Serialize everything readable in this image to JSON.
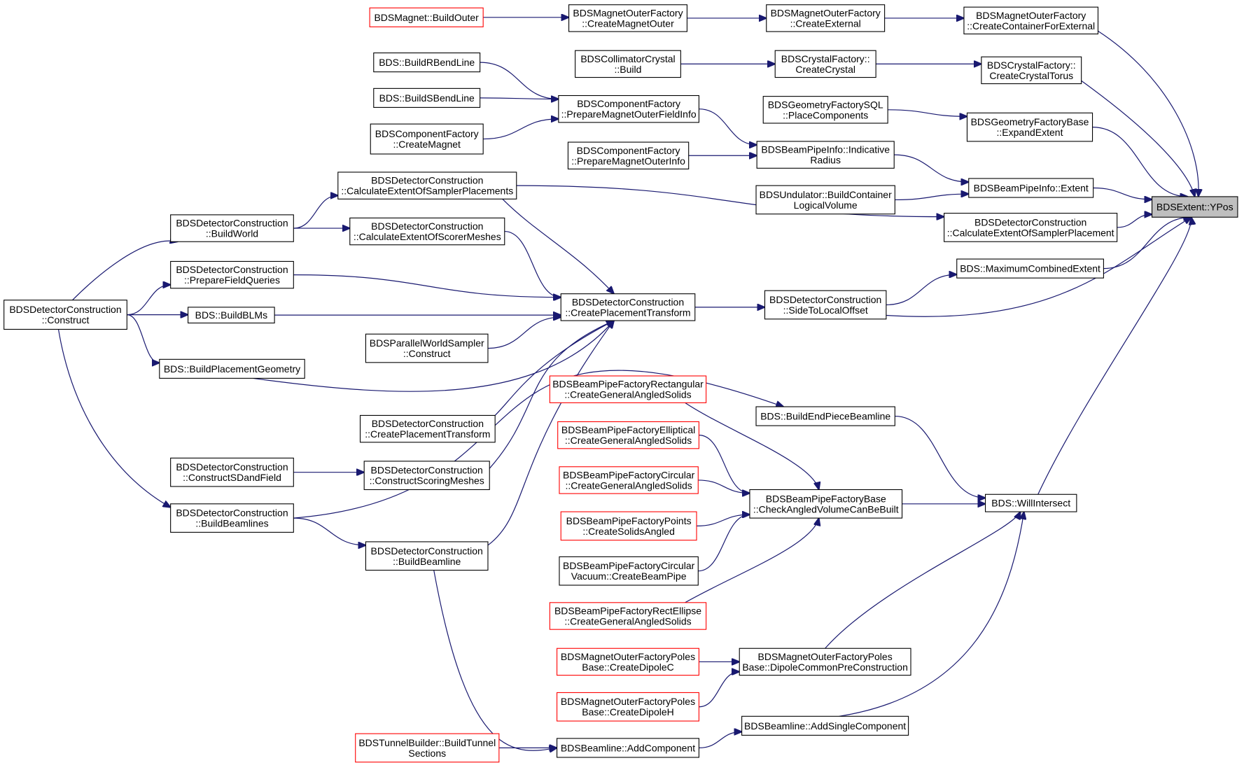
{
  "graph": {
    "colors": {
      "edge": "#191970",
      "box_border": "#000000",
      "missing_border": "#ff0000",
      "target_fill": "#bfbfbf"
    },
    "nodes": [
      {
        "id": "target",
        "lines": [
          "BDSExtent::YPos"
        ],
        "style": "target"
      },
      {
        "id": "n1",
        "lines": [
          "BDSMagnet::BuildOuter"
        ],
        "style": "red"
      },
      {
        "id": "n2",
        "lines": [
          "BDSMagnetOuterFactory",
          "::CreateMagnetOuter"
        ],
        "style": "normal"
      },
      {
        "id": "n3",
        "lines": [
          "BDSMagnetOuterFactory",
          "::CreateExternal"
        ],
        "style": "normal"
      },
      {
        "id": "n4",
        "lines": [
          "BDSMagnetOuterFactory",
          "::CreateContainerForExternal"
        ],
        "style": "normal"
      },
      {
        "id": "n5",
        "lines": [
          "BDSCollimatorCrystal",
          "::Build"
        ],
        "style": "normal"
      },
      {
        "id": "n6",
        "lines": [
          "BDSCrystalFactory::",
          "CreateCrystal"
        ],
        "style": "normal"
      },
      {
        "id": "n7",
        "lines": [
          "BDSCrystalFactory::",
          "CreateCrystalTorus"
        ],
        "style": "normal"
      },
      {
        "id": "n8",
        "lines": [
          "BDS::BuildRBendLine"
        ],
        "style": "normal"
      },
      {
        "id": "n9",
        "lines": [
          "BDS::BuildSBendLine"
        ],
        "style": "normal"
      },
      {
        "id": "n10",
        "lines": [
          "BDSComponentFactory",
          "::CreateMagnet"
        ],
        "style": "normal"
      },
      {
        "id": "n11",
        "lines": [
          "BDSComponentFactory",
          "::PrepareMagnetOuterFieldInfo"
        ],
        "style": "normal"
      },
      {
        "id": "n12",
        "lines": [
          "BDSGeometryFactorySQL",
          "::PlaceComponents"
        ],
        "style": "normal"
      },
      {
        "id": "n13",
        "lines": [
          "BDSGeometryFactoryBase",
          "::ExpandExtent"
        ],
        "style": "normal"
      },
      {
        "id": "n14",
        "lines": [
          "BDSComponentFactory",
          "::PrepareMagnetOuterInfo"
        ],
        "style": "normal"
      },
      {
        "id": "n15",
        "lines": [
          "BDSBeamPipeInfo::Indicative",
          "Radius"
        ],
        "style": "normal"
      },
      {
        "id": "n16",
        "lines": [
          "BDSUndulator::BuildContainer",
          "LogicalVolume"
        ],
        "style": "normal"
      },
      {
        "id": "n17",
        "lines": [
          "BDSBeamPipeInfo::Extent"
        ],
        "style": "normal"
      },
      {
        "id": "n18",
        "lines": [
          "BDSDetectorConstruction",
          "::CalculateExtentOfSamplerPlacements"
        ],
        "style": "normal"
      },
      {
        "id": "n19",
        "lines": [
          "BDSDetectorConstruction",
          "::CalculateExtentOfSamplerPlacement"
        ],
        "style": "normal"
      },
      {
        "id": "n20",
        "lines": [
          "BDSDetectorConstruction",
          "::BuildWorld"
        ],
        "style": "normal"
      },
      {
        "id": "n21",
        "lines": [
          "BDSDetectorConstruction",
          "::CalculateExtentOfScorerMeshes"
        ],
        "style": "normal"
      },
      {
        "id": "n22",
        "lines": [
          "BDS::MaximumCombinedExtent"
        ],
        "style": "normal"
      },
      {
        "id": "n23",
        "lines": [
          "BDSDetectorConstruction",
          "::PrepareFieldQueries"
        ],
        "style": "normal"
      },
      {
        "id": "n24",
        "lines": [
          "BDSDetectorConstruction",
          "::CreatePlacementTransform"
        ],
        "style": "normal"
      },
      {
        "id": "n25",
        "lines": [
          "BDSDetectorConstruction",
          "::SideToLocalOffset"
        ],
        "style": "normal"
      },
      {
        "id": "n26",
        "lines": [
          "BDSDetectorConstruction",
          "::Construct"
        ],
        "style": "normal"
      },
      {
        "id": "n27",
        "lines": [
          "BDS::BuildBLMs"
        ],
        "style": "normal"
      },
      {
        "id": "n28",
        "lines": [
          "BDSParallelWorldSampler",
          "::Construct"
        ],
        "style": "normal"
      },
      {
        "id": "n29",
        "lines": [
          "BDS::BuildPlacementGeometry"
        ],
        "style": "normal"
      },
      {
        "id": "n30",
        "lines": [
          "BDSBeamPipeFactoryRectangular",
          "::CreateGeneralAngledSolids"
        ],
        "style": "red"
      },
      {
        "id": "n31",
        "lines": [
          "BDS::BuildEndPieceBeamline"
        ],
        "style": "normal"
      },
      {
        "id": "n32",
        "lines": [
          "BDSDetectorConstruction",
          "::CreatePlacementTransform"
        ],
        "style": "normal"
      },
      {
        "id": "n33",
        "lines": [
          "BDSBeamPipeFactoryElliptical",
          "::CreateGeneralAngledSolids"
        ],
        "style": "red"
      },
      {
        "id": "n34",
        "lines": [
          "BDSDetectorConstruction",
          "::ConstructSDandField"
        ],
        "style": "normal"
      },
      {
        "id": "n35",
        "lines": [
          "BDSDetectorConstruction",
          "::ConstructScoringMeshes"
        ],
        "style": "normal"
      },
      {
        "id": "n36",
        "lines": [
          "BDSBeamPipeFactoryCircular",
          "::CreateGeneralAngledSolids"
        ],
        "style": "red"
      },
      {
        "id": "n37",
        "lines": [
          "BDSBeamPipeFactoryBase",
          "::CheckAngledVolumeCanBeBuilt"
        ],
        "style": "normal"
      },
      {
        "id": "n38",
        "lines": [
          "BDS::WillIntersect"
        ],
        "style": "normal"
      },
      {
        "id": "n39",
        "lines": [
          "BDSDetectorConstruction",
          "::BuildBeamlines"
        ],
        "style": "normal"
      },
      {
        "id": "n40",
        "lines": [
          "BDSBeamPipeFactoryPoints",
          "::CreateSolidsAngled"
        ],
        "style": "red"
      },
      {
        "id": "n41",
        "lines": [
          "BDSDetectorConstruction",
          "::BuildBeamline"
        ],
        "style": "normal"
      },
      {
        "id": "n42",
        "lines": [
          "BDSBeamPipeFactoryCircular",
          "Vacuum::CreateBeamPipe"
        ],
        "style": "normal"
      },
      {
        "id": "n43",
        "lines": [
          "BDSBeamPipeFactoryRectEllipse",
          "::CreateGeneralAngledSolids"
        ],
        "style": "red"
      },
      {
        "id": "n44",
        "lines": [
          "BDSMagnetOuterFactoryPoles",
          "Base::CreateDipoleC"
        ],
        "style": "red"
      },
      {
        "id": "n45",
        "lines": [
          "BDSMagnetOuterFactoryPoles",
          "Base::DipoleCommonPreConstruction"
        ],
        "style": "normal"
      },
      {
        "id": "n46",
        "lines": [
          "BDSMagnetOuterFactoryPoles",
          "Base::CreateDipoleH"
        ],
        "style": "red"
      },
      {
        "id": "n47",
        "lines": [
          "BDSBeamline::AddSingleComponent"
        ],
        "style": "normal"
      },
      {
        "id": "n48",
        "lines": [
          "BDSTunnelBuilder::BuildTunnel",
          "Sections"
        ],
        "style": "red"
      },
      {
        "id": "n49",
        "lines": [
          "BDSBeamline::AddComponent"
        ],
        "style": "normal"
      }
    ],
    "edges": [
      [
        "n1",
        "n2"
      ],
      [
        "n2",
        "n3"
      ],
      [
        "n3",
        "n4"
      ],
      [
        "n4",
        "target"
      ],
      [
        "n5",
        "n6"
      ],
      [
        "n6",
        "n7"
      ],
      [
        "n7",
        "target"
      ],
      [
        "n8",
        "n11"
      ],
      [
        "n9",
        "n11"
      ],
      [
        "n10",
        "n11"
      ],
      [
        "n11",
        "n15"
      ],
      [
        "n12",
        "n13"
      ],
      [
        "n13",
        "target"
      ],
      [
        "n14",
        "n15"
      ],
      [
        "n15",
        "n17"
      ],
      [
        "n16",
        "n17"
      ],
      [
        "n17",
        "target"
      ],
      [
        "n18",
        "n19"
      ],
      [
        "n19",
        "target"
      ],
      [
        "n20",
        "n18"
      ],
      [
        "n20",
        "n21"
      ],
      [
        "n22",
        "target"
      ],
      [
        "n25",
        "n22"
      ],
      [
        "n25",
        "target"
      ],
      [
        "n24",
        "n25"
      ],
      [
        "n18",
        "n24"
      ],
      [
        "n21",
        "n24"
      ],
      [
        "n23",
        "n24"
      ],
      [
        "n27",
        "n24"
      ],
      [
        "n28",
        "n24"
      ],
      [
        "n29",
        "n24"
      ],
      [
        "n32",
        "n24"
      ],
      [
        "n35",
        "n24"
      ],
      [
        "n41",
        "n24"
      ],
      [
        "n26",
        "n20"
      ],
      [
        "n26",
        "n23"
      ],
      [
        "n26",
        "n27"
      ],
      [
        "n26",
        "n29"
      ],
      [
        "n26",
        "n39"
      ],
      [
        "n34",
        "n35"
      ],
      [
        "n39",
        "n41"
      ],
      [
        "n39",
        "n31"
      ],
      [
        "n30",
        "n37"
      ],
      [
        "n33",
        "n37"
      ],
      [
        "n36",
        "n37"
      ],
      [
        "n40",
        "n37"
      ],
      [
        "n42",
        "n37"
      ],
      [
        "n43",
        "n37"
      ],
      [
        "n31",
        "n38"
      ],
      [
        "n37",
        "n38"
      ],
      [
        "n45",
        "n38"
      ],
      [
        "n47",
        "n38"
      ],
      [
        "n38",
        "target"
      ],
      [
        "n44",
        "n45"
      ],
      [
        "n46",
        "n45"
      ],
      [
        "n49",
        "n47"
      ],
      [
        "n48",
        "n49"
      ],
      [
        "n41",
        "n49"
      ]
    ]
  }
}
